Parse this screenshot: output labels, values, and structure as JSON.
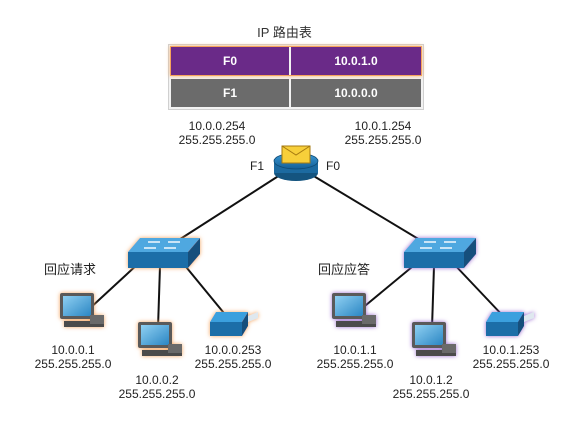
{
  "routing_table": {
    "title": "IP 路由表",
    "rows": [
      {
        "interface": "F0",
        "network": "10.0.1.0"
      },
      {
        "interface": "F1",
        "network": "10.0.0.0"
      }
    ]
  },
  "router": {
    "left_if": {
      "ip": "10.0.0.254",
      "mask": "255.255.255.0",
      "port": "F1"
    },
    "right_if": {
      "ip": "10.0.1.254",
      "mask": "255.255.255.0",
      "port": "F0"
    }
  },
  "left_network": {
    "label": "回应请求",
    "hosts": [
      {
        "ip": "10.0.0.1",
        "mask": "255.255.255.0"
      },
      {
        "ip": "10.0.0.2",
        "mask": "255.255.255.0"
      },
      {
        "ip": "10.0.0.253",
        "mask": "255.255.255.0"
      }
    ]
  },
  "right_network": {
    "label": "回应应答",
    "hosts": [
      {
        "ip": "10.0.1.1",
        "mask": "255.255.255.0"
      },
      {
        "ip": "10.0.1.2",
        "mask": "255.255.255.0"
      },
      {
        "ip": "10.0.1.253",
        "mask": "255.255.255.0"
      }
    ]
  },
  "colors": {
    "highlight_row": "#6a2a88",
    "normal_row": "#6b6b6b",
    "device_blue": "#1f78b4",
    "glow_orange": "#f5a35b",
    "glow_purple": "#9a6ad0"
  }
}
